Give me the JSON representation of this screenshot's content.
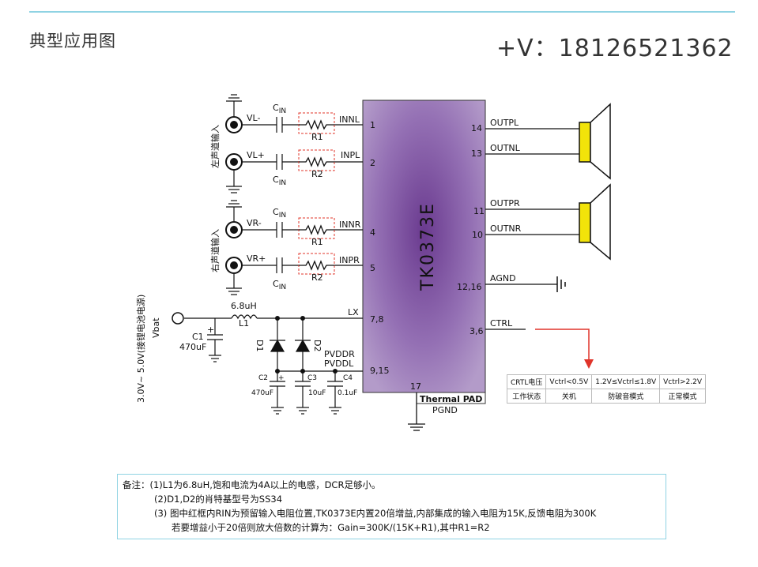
{
  "header": {
    "title": "典型应用图",
    "contact": "+V：18126521362"
  },
  "chip": {
    "name": "TK0373E",
    "thermal_pad": "Thermal PAD",
    "pgnd": "PGND",
    "pins_left": [
      {
        "name": "INNL",
        "num": "1"
      },
      {
        "name": "INPL",
        "num": "2"
      },
      {
        "name": "INNR",
        "num": "4"
      },
      {
        "name": "INPR",
        "num": "5"
      },
      {
        "name": "LX",
        "num": "7,8"
      },
      {
        "name": "PVDDR",
        "num": ""
      },
      {
        "name": "PVDDL",
        "num": "9,15"
      }
    ],
    "pin_bottom": "17",
    "pins_right": [
      {
        "name": "OUTPL",
        "num": "14"
      },
      {
        "name": "OUTNL",
        "num": "13"
      },
      {
        "name": "OUTPR",
        "num": "11"
      },
      {
        "name": "OUTNR",
        "num": "10"
      },
      {
        "name": "AGND",
        "num": "12,16"
      },
      {
        "name": "CTRL",
        "num": "3,6"
      }
    ]
  },
  "inputs": {
    "left_group": "左声道输入",
    "right_group": "右声道输入",
    "vl_minus": "VL-",
    "vl_plus": "VL+",
    "vr_minus": "VR-",
    "vr_plus": "VR+",
    "cin": "C",
    "cin_sub": "IN",
    "r1": "R1",
    "r2": "R2"
  },
  "power": {
    "supply": "Vbat",
    "supply_range": "3.0V~ 5.0V(接锂电池电源)",
    "l1_value": "6.8uH",
    "l1": "L1",
    "c1": "C1",
    "c1_value": "470uF",
    "d1": "D1",
    "d2": "D2",
    "c2": "C2",
    "c2_value": "470uF",
    "c3": "C3",
    "c3_value": "10uF",
    "c4": "C4",
    "c4_value": "0.1uF",
    "plus": "+"
  },
  "ctrl_table": {
    "rows": [
      [
        "CRTL电压",
        "Vctrl<0.5V",
        "1.2V≤Vctrl≤1.8V",
        "Vctrl>2.2V"
      ],
      [
        "工作状态",
        "关机",
        "防破音模式",
        "正常模式"
      ]
    ]
  },
  "notes": [
    "备注：(1)L1为6.8uH,饱和电流为4A以上的电感，DCR足够小。",
    "(2)D1,D2的肖特基型号为SS34",
    "(3) 图中红框内RIN为预留输入电阻位置,TK0373E内置20倍增益,内部集成的输入电阻为15K,反馈电阻为300K",
    "若要增益小于20倍则放大倍数的计算为：Gain=300K/(15K+R1),其中R1=R2"
  ],
  "colors": {
    "accent_line": "#8fd3e3",
    "chip_fill": "#8a5aa8",
    "speaker": "#f2e30a",
    "arrow": "#e0342a",
    "dashed_box": "#e0342a"
  }
}
